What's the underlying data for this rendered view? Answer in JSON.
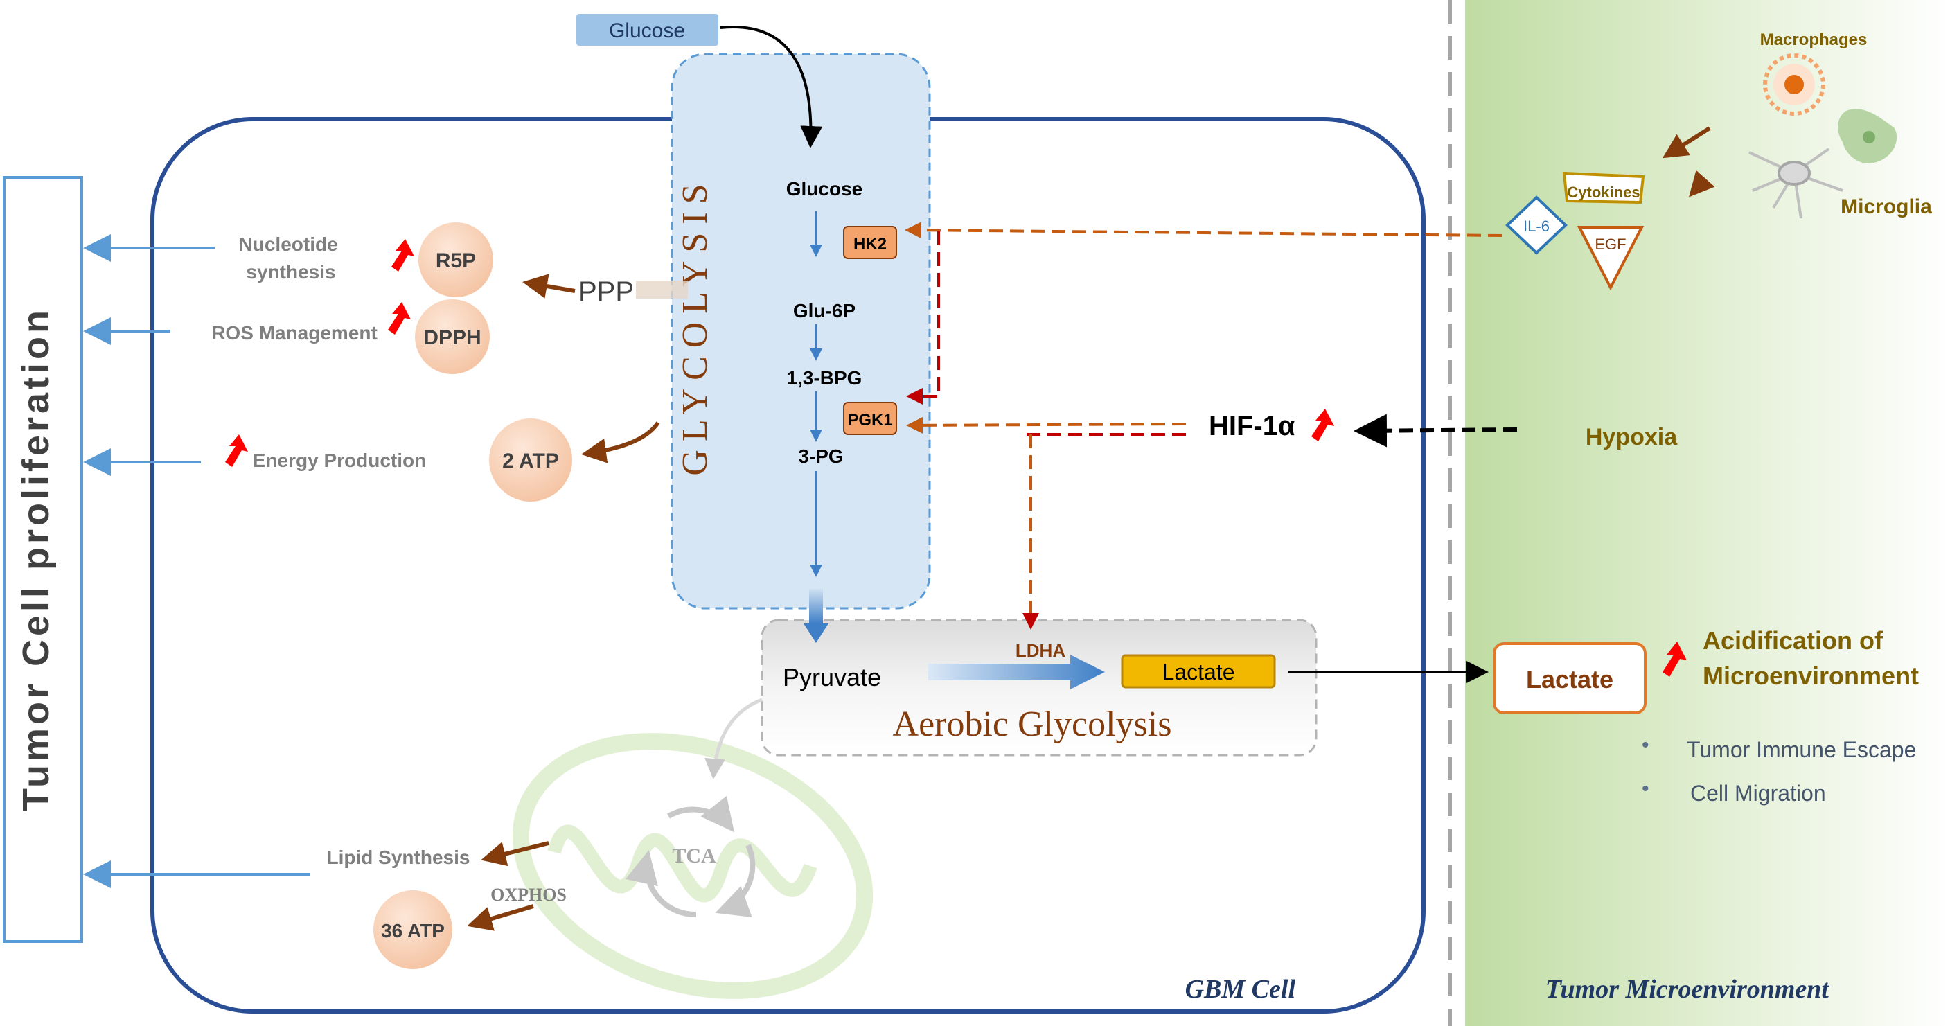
{
  "left_panel": {
    "title": "Tumor Cell proliferation"
  },
  "cell": {
    "label": "GBM Cell"
  },
  "tme": {
    "label": "Tumor Microenvironment"
  },
  "glucose_input": {
    "label": "Glucose"
  },
  "glycolysis": {
    "title": "GLYCOLYSIS",
    "steps": [
      "Glucose",
      "Glu-6P",
      "1,3-BPG",
      "3-PG"
    ],
    "enzymes": [
      "HK2",
      "PGK1"
    ]
  },
  "ppp": {
    "label": "PPP"
  },
  "outputs": {
    "nucleotide": "Nucleotide synthesis",
    "ros": "ROS Management",
    "energy": "Energy Production",
    "lipid": "Lipid Synthesis",
    "oxphos": "OXPHOS"
  },
  "circles": {
    "r5p": "R5P",
    "dpph": "DPPH",
    "atp2": "2 ATP",
    "atp36": "36 ATP"
  },
  "aerobic": {
    "title": "Aerobic Glycolysis",
    "pyruvate": "Pyruvate",
    "ldha": "LDHA",
    "lactate": "Lactate"
  },
  "mito": {
    "tca": "TCA"
  },
  "hif": {
    "label": "HIF-1α"
  },
  "hypoxia": {
    "label": "Hypoxia"
  },
  "immune": {
    "macrophages": "Macrophages",
    "microglia": "Microglia",
    "cytokines": "Cytokines",
    "il6": "IL-6",
    "egf": "EGF"
  },
  "tme_lactate": {
    "label": "Lactate"
  },
  "acidification": {
    "line1": "Acidification of",
    "line2": "Microenvironment"
  },
  "bullets": [
    "Tumor Immune Escape",
    "Cell Migration"
  ],
  "colors": {
    "cell_border": "#2a4e96",
    "proliferation_border": "#5b9bd5",
    "glycolysis_fill": "#d6e6f4",
    "enzyme_fill": "#f4a46a",
    "circle_fill": "#f8d2b8",
    "lactate_fill": "#f2b800",
    "tme_green": "#c9e3b0",
    "signal_orange": "#c55a11",
    "signal_red": "#c00000",
    "brown_arrow": "#843c0c",
    "text_brown": "#7f6000",
    "text_gray": "#7f7f7f"
  }
}
